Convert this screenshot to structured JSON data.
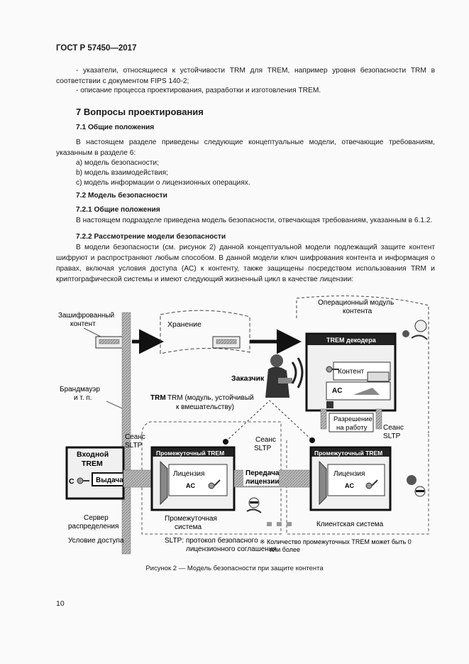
{
  "header": "ГОСТ Р 57450—2017",
  "intro_items": [
    "- указатели, относящиеся к устойчивости TRM для TREM, например уровня безопасности TRM в соответствии с документом FIPS 140-2;",
    "- описание процесса проектирования, разработки и изготовления TREM."
  ],
  "section7": {
    "title": "7 Вопросы проектирования",
    "s71_title": "7.1 Общие положения",
    "s71_text": "В настоящем разделе приведены следующие концептуальные модели, отвечающие требованиям, указанным в разделе 6:",
    "s71_list": [
      "а) модель безопасности;",
      "b) модель взаимодействия;",
      "c) модель информации о лицензионных операциях."
    ],
    "s72_title": "7.2 Модель безопасности",
    "s721_title": "7.2.1 Общие положения",
    "s721_text": "В настоящем подразделе приведена модель безопасности, отвечающая требованиям, указанным в 6.1.2.",
    "s722_title": "7.2.2 Рассмотрение модели безопасности",
    "s722_text": "В модели безопасности (см. рисунок 2) данной концептуальной модели подлежащий защите контент шифруют и распространяют любым способом. В данной модели ключ шифрования контента и информация о правах, включая условия доступа (АС) к контенту, также защищены посредством использования TRM и криптографической системы и имеют следующий жизненный цикл в качестве лицензии:"
  },
  "figure": {
    "encrypted_content": [
      "Зашифрованный",
      "контент"
    ],
    "storage": "Хранение",
    "op_module": [
      "Операционный модуль",
      "контента"
    ],
    "trem_decoder": "TREM декодера",
    "customer": "Заказчик",
    "content": "Контент",
    "ac": "AC",
    "firewall": [
      "Брандмауэр",
      "и т. п."
    ],
    "trm_label": [
      "TRM (модуль, устойчивый",
      "к вмешательству)"
    ],
    "permission": [
      "Разрешение",
      "на работу"
    ],
    "sltp_session": [
      "Сеанс",
      "SLTP"
    ],
    "input_trem": [
      "Входной",
      "TREM"
    ],
    "c_label": "C",
    "issue": "Выдача",
    "intermediate_trem": "Промежуточный TREM",
    "license": "Лицензия",
    "license_transfer": [
      "Передача",
      "лицензии"
    ],
    "server": [
      "Сервер",
      "распределения"
    ],
    "intermediate_system": [
      "Промежуточная",
      "система"
    ],
    "client_system": "Клиентская система",
    "access_condition": "Условие доступа",
    "sltp_note": [
      "SLTP:  протокол безопасного",
      "лицензионного соглашения"
    ],
    "count_note": [
      "※  Количество промежуточных TREM может быть 0",
      "или более"
    ],
    "caption": "Рисунок 2 — Модель безопасности при защите контента"
  },
  "page_number": "10"
}
